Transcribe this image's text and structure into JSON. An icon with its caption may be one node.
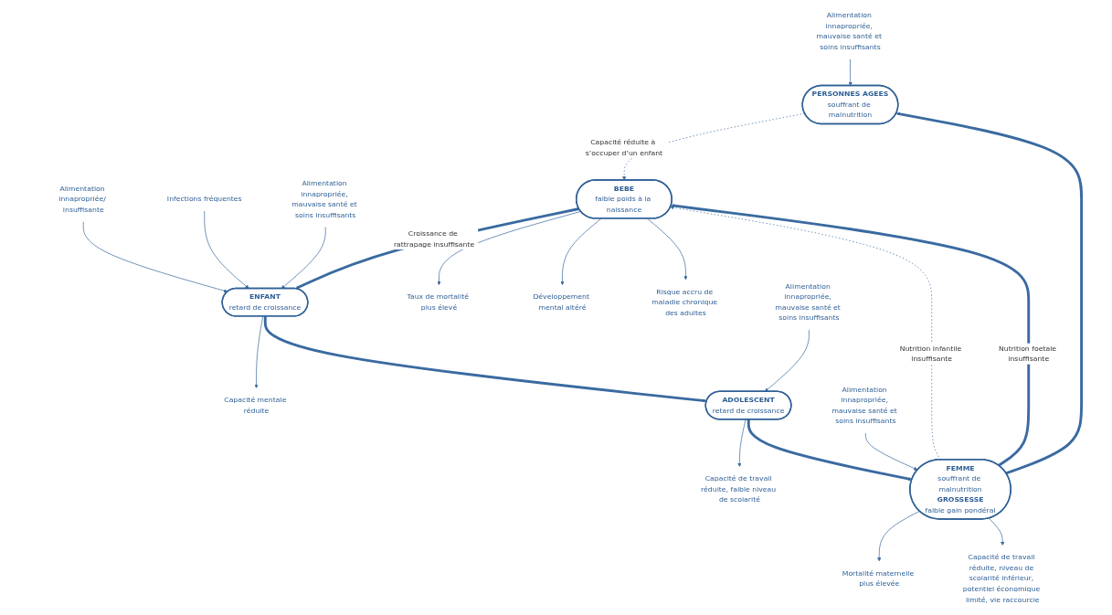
{
  "diagram": {
    "nodes": [
      {
        "text": [
          "BEBE",
          "faible poids à la naissance"
        ]
      },
      {
        "text": [
          "PERSONNES AGEES",
          "souffrant de malnutrition"
        ]
      },
      {
        "text": [
          "ENFANT",
          "retard de croissance"
        ]
      },
      {
        "text": [
          "ADOLESCENT",
          "retard de croissance"
        ]
      },
      {
        "text": [
          "FEMME",
          "souffrant de malnutrition",
          "GROSSESSE",
          "faible gain pondéral"
        ]
      },
      {
        "text": [
          "Taux de mortalité plus élevé"
        ]
      },
      {
        "text": [
          "Développement mental altéré"
        ]
      },
      {
        "text": [
          "Risque accru de maladie chronique des adultes"
        ]
      },
      {
        "text": [
          "Alimentation innapropriée/ insuffisante"
        ]
      },
      {
        "text": [
          "Infections fréquentes"
        ]
      },
      {
        "text": [
          "Alimentation innapropriée, mauvaise santé et soins insuffisants"
        ]
      },
      {
        "text": [
          "Capacité mentale réduite"
        ]
      },
      {
        "text": [
          "Alimentation innapropriée, mauvaise santé et soins insuffisants"
        ]
      },
      {
        "text": [
          "Capacité de travail réduite, faible niveau de scolarité"
        ]
      },
      {
        "text": [
          "Alimentation innapropriée, mauvaise santé et soins insuffisants"
        ]
      },
      {
        "text": [
          "Mortalité maternelle plus élevée"
        ]
      },
      {
        "text": [
          "Capacité de travail réduite, niveau de scolarité inférieur, potentiel économique limité, vie raccourcie"
        ]
      },
      {
        "text": [
          "Alimentation innapropriée, mauvaise santé et soins insuffisants"
        ]
      }
    ],
    "edges": [
      {
        "from": 0,
        "to": 2,
        "arrow": "to",
        "label": "Croissance de rattrapage insuffisante",
        "style": "thick"
      },
      {
        "from": 8,
        "to": 2,
        "arrow": "to"
      },
      {
        "from": 9,
        "to": 2,
        "arrow": "to"
      },
      {
        "from": 10,
        "to": 2,
        "arrow": "to"
      },
      {
        "from": 2,
        "to": 11,
        "arrow": "to"
      },
      {
        "from": 2,
        "to": 3,
        "arrow": "to",
        "style": "thick"
      },
      {
        "from": 12,
        "to": 3,
        "arrow": "to"
      },
      {
        "from": 3,
        "to": 13,
        "arrow": "to"
      },
      {
        "from": 3,
        "to": 4,
        "arrow": "to",
        "style": "thick"
      },
      {
        "from": 14,
        "to": 4,
        "arrow": "to"
      },
      {
        "from": 4,
        "to": 15,
        "arrow": "to"
      },
      {
        "from": 4,
        "to": 16,
        "arrow": "to"
      },
      {
        "from": 4,
        "to": 1,
        "arrow": "to",
        "style": "thick"
      },
      {
        "from": 17,
        "to": 1,
        "arrow": "to"
      },
      {
        "from": 1,
        "to": 0,
        "arrow": "to",
        "label": "Capacité réduite à s’occuper d’un enfant",
        "style": "dashed"
      },
      {
        "from": 4,
        "to": 0,
        "arrow": "to",
        "label": "Nutrition infantile insuffisante",
        "style": "dashed"
      },
      {
        "from": 4,
        "to": 0,
        "arrow": "to",
        "label": "Nutrition foetale insuffisante",
        "style": "thick"
      },
      {
        "from": 0,
        "to": 5,
        "arrow": "to"
      },
      {
        "from": 0,
        "to": 6,
        "arrow": "to"
      },
      {
        "from": 0,
        "to": 7,
        "arrow": "to"
      }
    ]
  }
}
